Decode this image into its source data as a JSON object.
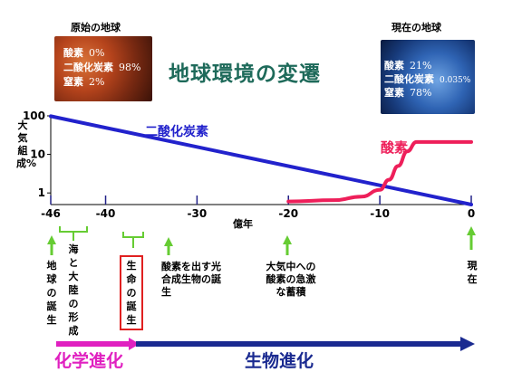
{
  "title": "地球環境の変遷",
  "early_earth": {
    "label": "原始の地球",
    "composition": [
      {
        "name": "酸素",
        "value": "0%"
      },
      {
        "name": "二酸化炭素",
        "value": "98%"
      },
      {
        "name": "窒素",
        "value": "2%"
      }
    ]
  },
  "present_earth": {
    "label": "現在の地球",
    "composition": [
      {
        "name": "酸素",
        "value": "21%"
      },
      {
        "name": "二酸化炭素",
        "value": "0.035%"
      },
      {
        "name": "窒素",
        "value": "78%"
      }
    ]
  },
  "y_axis_label": "大気組成%",
  "bottom": {
    "chemical_evolution": "化学進化",
    "biological_evolution": "生物進化"
  },
  "events": {
    "earth_birth": "地球の誕生",
    "ocean_land": "海と大陸の形成",
    "life_birth": "生命の誕生",
    "photosynthesis": "酸素を出す光合成生物の誕生",
    "oxygen_rise": "大気中への酸素の急激な蓄積",
    "present": "現在"
  },
  "colors": {
    "co2": "#2222cc",
    "o2": "#ee1f5a",
    "arrow_green": "#66cc33",
    "title": "#1e6a5a",
    "chem_evolution": "#e020c0",
    "bio_evolution": "#1a2a90"
  },
  "chart_data": {
    "type": "line",
    "xlabel": "億年",
    "xlim": [
      -46,
      0
    ],
    "xticks": [
      -46,
      -40,
      -30,
      -20,
      -10,
      0
    ],
    "ylim": [
      0.5,
      100
    ],
    "yscale": "log",
    "yticks": [
      1,
      10,
      100
    ],
    "series": [
      {
        "name": "二酸化炭素",
        "color": "#2222cc",
        "x": [
          -46,
          0
        ],
        "y": [
          98,
          0.5
        ]
      },
      {
        "name": "酸素",
        "color": "#ee1f5a",
        "x": [
          -20,
          -15,
          -12,
          -10,
          -9,
          -8,
          -7,
          -6,
          -4,
          0
        ],
        "y": [
          0.6,
          0.65,
          0.8,
          1.2,
          2.2,
          5,
          12,
          21,
          21,
          21
        ]
      }
    ]
  }
}
